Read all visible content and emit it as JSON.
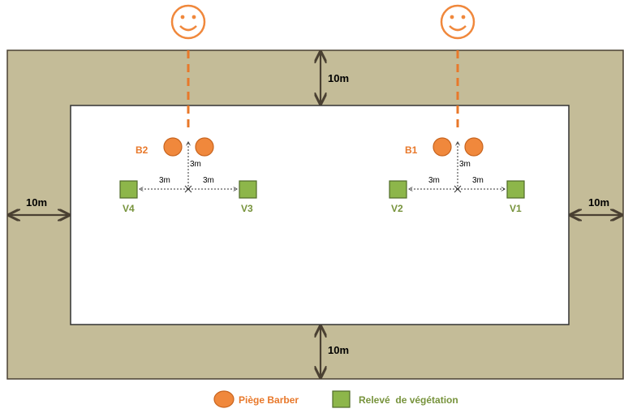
{
  "colors": {
    "border_fill": "#c4bc98",
    "orange": "#f0883c",
    "orange_text": "#e8782a",
    "green_fill": "#8db64a",
    "green_text": "#77933c",
    "arrow": "#4a4032"
  },
  "margin_labels": {
    "top": "10m",
    "left": "10m",
    "right": "10m",
    "bottom": "10m"
  },
  "plots": [
    {
      "trap_label": "B2",
      "up_distance": "3m",
      "left_distance": "3m",
      "right_distance": "3m",
      "left_veg": "V4",
      "right_veg": "V3"
    },
    {
      "trap_label": "B1",
      "up_distance": "3m",
      "left_distance": "3m",
      "right_distance": "3m",
      "left_veg": "V2",
      "right_veg": "V1"
    }
  ],
  "observer_icon": "smiley-face-icon",
  "legend": {
    "trap_label": "Piège Barber",
    "veg_label": "Relevé  de végétation"
  }
}
